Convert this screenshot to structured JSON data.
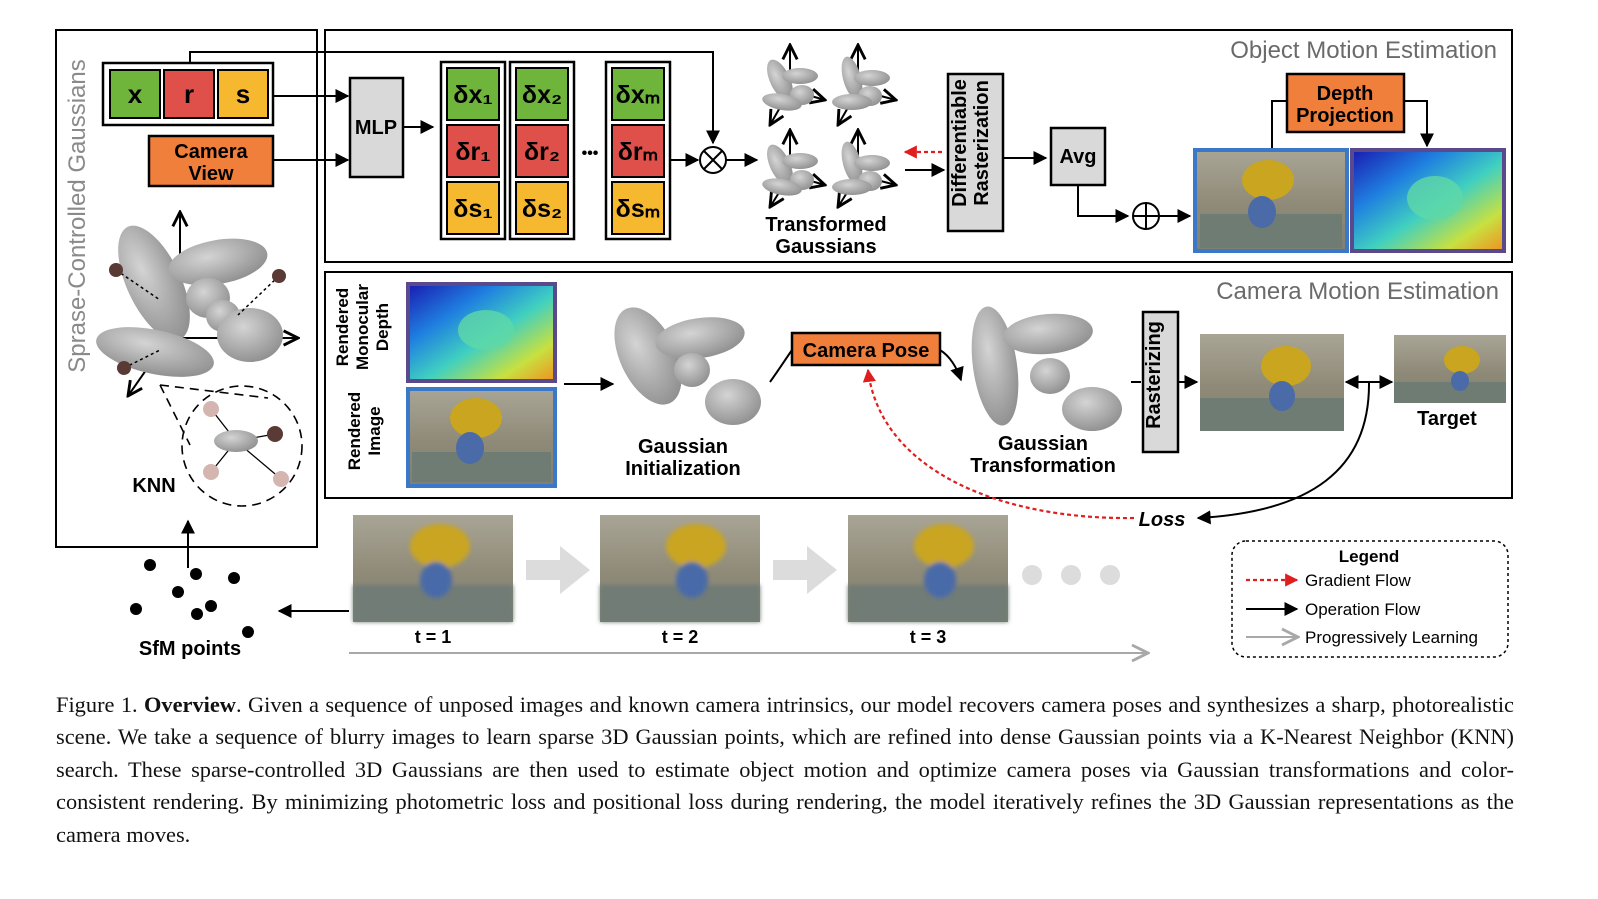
{
  "left_panel": {
    "title": "Sprase-Controlled Gaussians",
    "x_label": "x",
    "r_label": "r",
    "s_label": "s",
    "camera_view": [
      "Camera",
      "View"
    ],
    "knn_label": "KNN",
    "sfm_label": "SfM points"
  },
  "object_motion": {
    "title": "Object Motion Estimation",
    "mlp_label": "MLP",
    "delta_x": [
      "δx₁",
      "δx₂",
      "δxₘ"
    ],
    "delta_r": [
      "δr₁",
      "δr₂",
      "δrₘ"
    ],
    "delta_s": [
      "δs₁",
      "δs₂",
      "δsₘ"
    ],
    "ellipsis": "•••",
    "multiply_symbol": "⊗",
    "transformed_label": [
      "Transformed",
      "Gaussians"
    ],
    "diff_raster": [
      "Differentiable",
      "Rasterization"
    ],
    "avg_label": "Avg",
    "plus_symbol": "⊕",
    "depth_projection": [
      "Depth",
      "Projection"
    ]
  },
  "camera_motion": {
    "title": "Camera Motion Estimation",
    "rendered_depth_label": [
      "Rendered",
      "Monocular",
      "Depth"
    ],
    "rendered_image_label": [
      "Rendered",
      "Image"
    ],
    "gaussian_init_label": [
      "Gaussian",
      "Initialization"
    ],
    "camera_pose_label": "Camera Pose",
    "gaussian_transform_label": [
      "Gaussian",
      "Transformation"
    ],
    "rasterizing_label": "Rasterizing",
    "target_label": "Target",
    "loss_label": "Loss"
  },
  "timeline": {
    "frames": [
      "t = 1",
      "t = 2",
      "t = 3"
    ]
  },
  "legend": {
    "title": "Legend",
    "items": [
      "Gradient Flow",
      "Operation Flow",
      "Progressively Learning"
    ]
  },
  "colors": {
    "green": "#6fb53c",
    "red": "#e0504a",
    "yellow": "#f5b82e",
    "orange": "#f07f3c",
    "gray_box": "#d9d9d9",
    "frame_blue": "#3c78c8",
    "frame_purple": "#5a4a8c",
    "gradient_red": "#e01e1e",
    "progress_gray": "#a8a8a8"
  },
  "caption": {
    "prefix": "Figure 1. ",
    "bold": "Overview",
    "text": ". Given a sequence of unposed images and known camera intrinsics, our model recovers camera poses and synthesizes a sharp, photorealistic scene.  We take a sequence of blurry images to learn sparse 3D Gaussian points, which are refined into dense Gaussian points via a K-Nearest Neighbor (KNN) search. These sparse-controlled 3D Gaussians are then used to estimate object motion and optimize camera poses via Gaussian transformations and color-consistent rendering. By minimizing photometric loss and positional loss during rendering, the model iteratively refines the 3D Gaussian representations as the camera moves."
  }
}
